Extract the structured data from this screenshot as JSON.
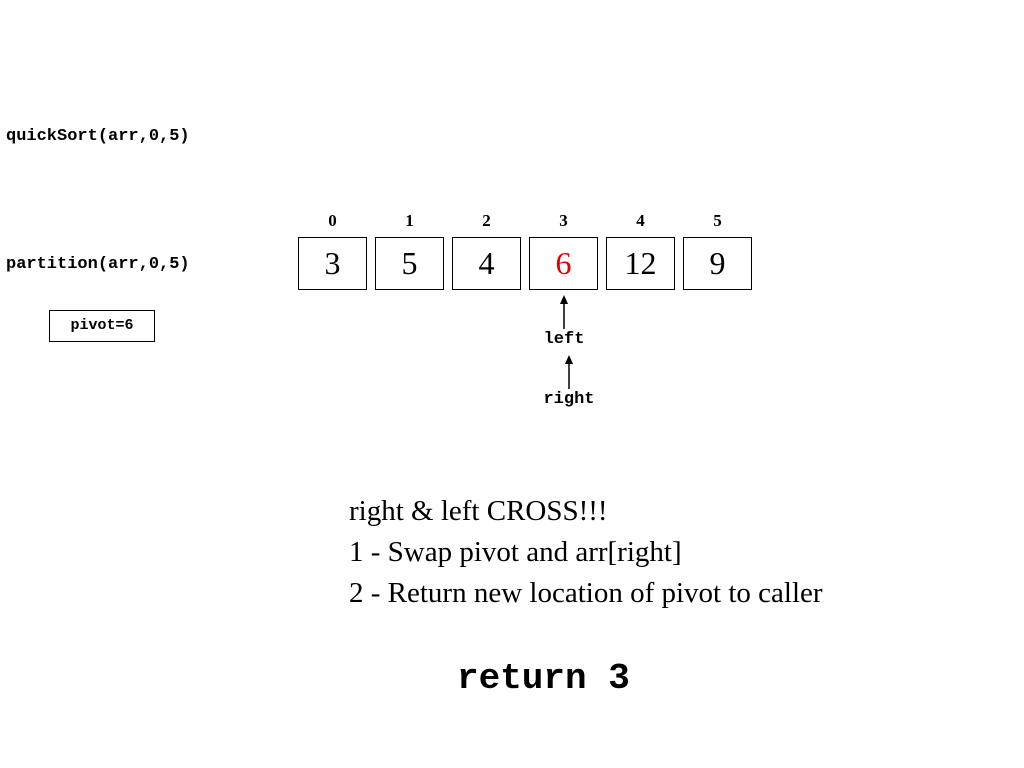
{
  "call": "quickSort(arr,0,5)",
  "partition_call": "partition(arr,0,5)",
  "pivot_label": "pivot=6",
  "array": [
    {
      "index": "0",
      "value": "3",
      "is_pivot": false
    },
    {
      "index": "1",
      "value": "5",
      "is_pivot": false
    },
    {
      "index": "2",
      "value": "4",
      "is_pivot": false
    },
    {
      "index": "3",
      "value": "6",
      "is_pivot": true
    },
    {
      "index": "4",
      "value": "12",
      "is_pivot": false
    },
    {
      "index": "5",
      "value": "9",
      "is_pivot": false
    }
  ],
  "pointers": {
    "left": {
      "label": "left",
      "index": 3
    },
    "right": {
      "label": "right",
      "index": 3
    }
  },
  "message": {
    "line1": "right & left CROSS!!!",
    "line2": "1 - Swap pivot and arr[right]",
    "line3": "2 - Return new location of pivot to caller"
  },
  "return_statement": "return 3",
  "colors": {
    "pivot_value": "#e00000",
    "text": "#000000",
    "background": "#ffffff"
  }
}
